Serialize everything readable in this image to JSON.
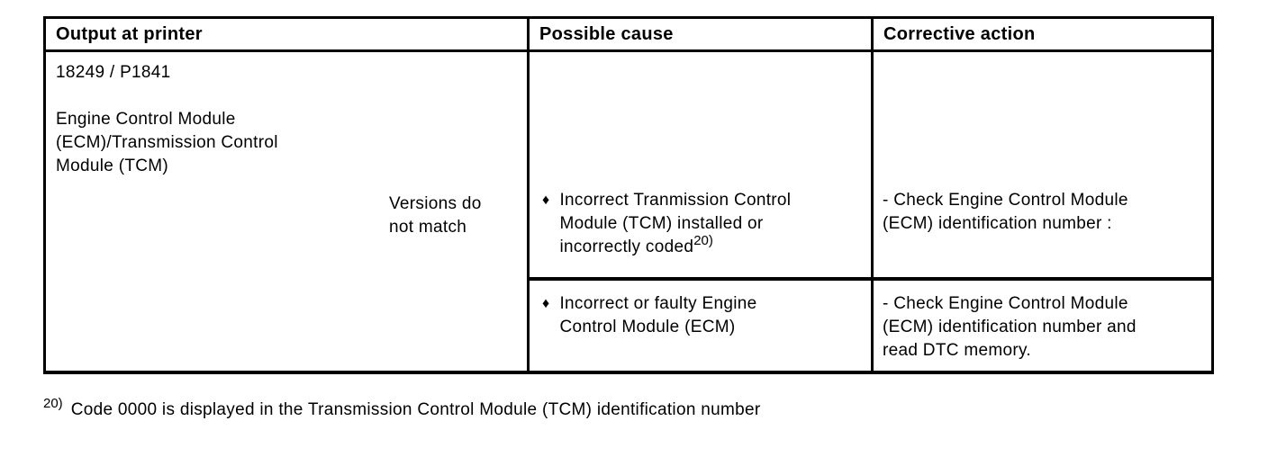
{
  "table": {
    "headers": {
      "output": "Output at printer",
      "cause": "Possible cause",
      "action": "Corrective action"
    },
    "fault": {
      "code": "18249 / P1841",
      "component": "Engine Control Module\n(ECM)/Transmission Control\nModule (TCM)",
      "condition": "Versions do\nnot match"
    },
    "bullet_glyph": "♦",
    "rows": [
      {
        "cause": "Incorrect Tranmission Control\nModule (TCM) installed or\nincorrectly coded",
        "cause_footnote_ref": "20)",
        "action": "- Check Engine Control Module\n(ECM) identification number :"
      },
      {
        "cause": "Incorrect or faulty Engine\nControl Module (ECM)",
        "action": "- Check Engine Control Module\n(ECM) identification number and\nread DTC memory."
      }
    ]
  },
  "footnote": {
    "ref": "20)",
    "text": "Code 0000 is displayed in the Transmission Control Module (TCM) identification number"
  }
}
